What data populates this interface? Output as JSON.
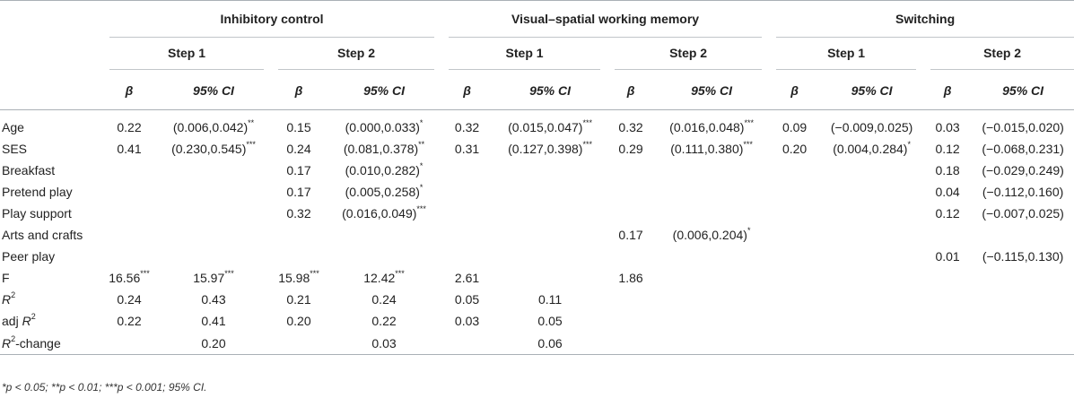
{
  "groups": [
    "Inhibitory control",
    "Visual–spatial working memory",
    "Switching"
  ],
  "steps": [
    "Step 1",
    "Step 2"
  ],
  "beta_symbol": "β",
  "ci_label": "95% CI",
  "rows": [
    {
      "label": "Age",
      "v": [
        "0.22",
        "(0.006,0.042)**",
        "0.15",
        "(0.000,0.033)*",
        "0.32",
        "(0.015,0.047)***",
        "0.32",
        "(0.016,0.048)***",
        "0.09",
        "(−0.009,0.025)",
        "0.03",
        "(−0.015,0.020)"
      ]
    },
    {
      "label": "SES",
      "v": [
        "0.41",
        "(0.230,0.545)***",
        "0.24",
        "(0.081,0.378)**",
        "0.31",
        "(0.127,0.398)***",
        "0.29",
        "(0.111,0.380)***",
        "0.20",
        "(0.004,0.284)*",
        "0.12",
        "(−0.068,0.231)"
      ]
    },
    {
      "label": "Breakfast",
      "v": [
        "",
        "",
        "0.17",
        "(0.010,0.282)*",
        "",
        "",
        "",
        "",
        "",
        "",
        "0.18",
        "(−0.029,0.249)"
      ]
    },
    {
      "label": "Pretend play",
      "v": [
        "",
        "",
        "0.17",
        "(0.005,0.258)*",
        "",
        "",
        "",
        "",
        "",
        "",
        "0.04",
        "(−0.112,0.160)"
      ]
    },
    {
      "label": "Play support",
      "v": [
        "",
        "",
        "0.32",
        "(0.016,0.049)***",
        "",
        "",
        "",
        "",
        "",
        "",
        "0.12",
        "(−0.007,0.025)"
      ]
    },
    {
      "label": "Arts and crafts",
      "v": [
        "",
        "",
        "",
        "",
        "",
        "",
        "0.17",
        "(0.006,0.204)*",
        "",
        "",
        "",
        ""
      ]
    },
    {
      "label": "Peer play",
      "v": [
        "",
        "",
        "",
        "",
        "",
        "",
        "",
        "",
        "",
        "",
        "0.01",
        "(−0.115,0.130)"
      ]
    },
    {
      "label": "F",
      "v": [
        "16.56***",
        "15.97***",
        "15.98***",
        "12.42***",
        "2.61",
        "",
        "1.86",
        "",
        "",
        "",
        "",
        ""
      ]
    },
    {
      "label_main": "R",
      "label_sup": "2",
      "label_pre": "",
      "label_post": "",
      "v": [
        "0.24",
        "0.43",
        "0.21",
        "0.24",
        "0.05",
        "0.11",
        "",
        "",
        "",
        "",
        "",
        ""
      ]
    },
    {
      "label_main": "R",
      "label_sup": "2",
      "label_pre": "adj ",
      "label_post": "",
      "v": [
        "0.22",
        "0.41",
        "0.20",
        "0.22",
        "0.03",
        "0.05",
        "",
        "",
        "",
        "",
        "",
        ""
      ]
    },
    {
      "label_main": "R",
      "label_sup": "2",
      "label_pre": "",
      "label_post": "-change",
      "v": [
        "",
        "0.20",
        "",
        "0.03",
        "",
        "0.06",
        "",
        "",
        "",
        "",
        "",
        ""
      ]
    }
  ],
  "footnote": "*p < 0.05; **p < 0.01; ***p < 0.001; 95% CI."
}
